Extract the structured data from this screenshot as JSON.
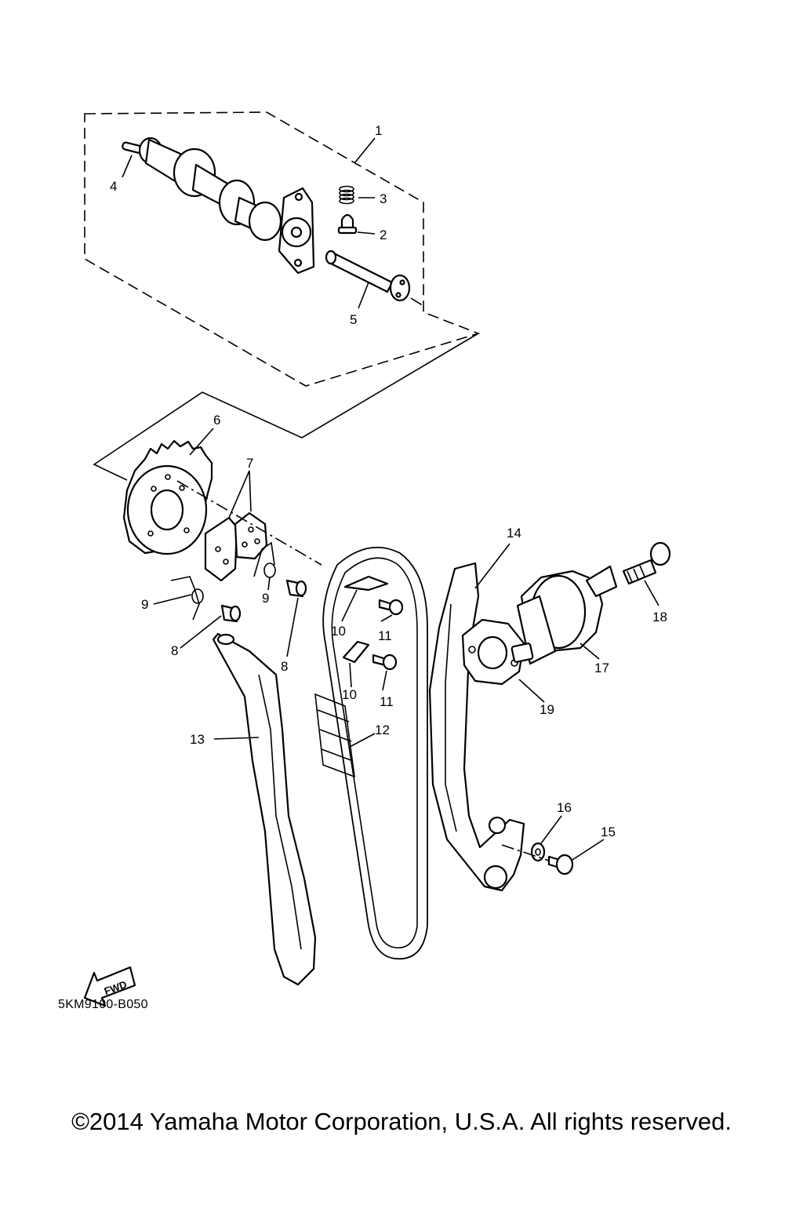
{
  "diagram": {
    "code": "5KM9100-B050",
    "fwd_label": "FWD",
    "copyright": "©2014 Yamaha Motor Corporation, U.S.A. All rights reserved.",
    "callouts": [
      {
        "id": "c1",
        "text": "1"
      },
      {
        "id": "c2",
        "text": "2"
      },
      {
        "id": "c3",
        "text": "3"
      },
      {
        "id": "c4",
        "text": "4"
      },
      {
        "id": "c5",
        "text": "5"
      },
      {
        "id": "c6",
        "text": "6"
      },
      {
        "id": "c7",
        "text": "7"
      },
      {
        "id": "c8a",
        "text": "8"
      },
      {
        "id": "c8b",
        "text": "8"
      },
      {
        "id": "c9a",
        "text": "9"
      },
      {
        "id": "c9b",
        "text": "9"
      },
      {
        "id": "c10a",
        "text": "10"
      },
      {
        "id": "c10b",
        "text": "10"
      },
      {
        "id": "c11a",
        "text": "11"
      },
      {
        "id": "c11b",
        "text": "11"
      },
      {
        "id": "c12",
        "text": "12"
      },
      {
        "id": "c13",
        "text": "13"
      },
      {
        "id": "c14",
        "text": "14"
      },
      {
        "id": "c15",
        "text": "15"
      },
      {
        "id": "c16",
        "text": "16"
      },
      {
        "id": "c17",
        "text": "17"
      },
      {
        "id": "c18",
        "text": "18"
      },
      {
        "id": "c19",
        "text": "19"
      }
    ]
  }
}
